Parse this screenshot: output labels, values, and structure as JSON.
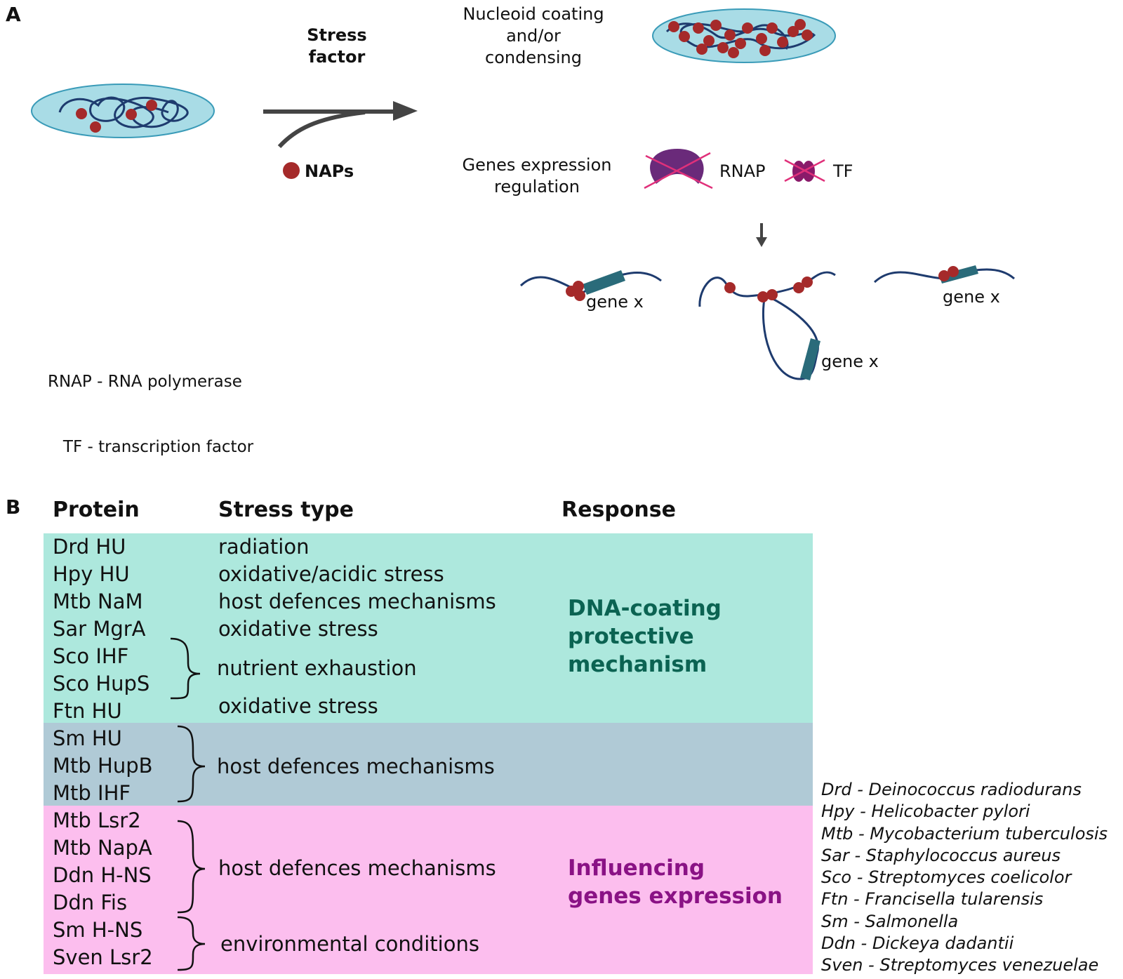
{
  "panel_a": {
    "letter": "A",
    "stress_label": [
      "Stress",
      "factor"
    ],
    "naps_label": "NAPs",
    "nucleoid_label": [
      "Nucleoid coating",
      "and/or",
      "condensing"
    ],
    "genes_label": [
      "Genes expression",
      "regulation"
    ],
    "rnap_label": "RNAP",
    "tf_label": "TF",
    "gene_label": "gene x",
    "legend": [
      "RNAP - RNA polymerase",
      "   TF - transcription factor"
    ],
    "colors": {
      "cell_fill": "#a9dce6",
      "dna": "#1e3b6e",
      "nap": "#a52a2a",
      "rnap": "#6a2a7a",
      "cross": "#e0307a",
      "gene": "#2a6b7a",
      "arrow": "#444444"
    }
  },
  "panel_b": {
    "letter": "B",
    "headers": {
      "protein": "Protein",
      "stress": "Stress type",
      "response": "Response"
    },
    "proteins": [
      "Drd HU",
      "Hpy HU",
      "Mtb NaM",
      "Sar MgrA",
      "Sco IHF",
      "Sco HupS",
      "Ftn HU",
      "Sm HU",
      "Mtb HupB",
      "Mtb IHF",
      "Mtb Lsr2",
      "Mtb NapA",
      "Ddn H-NS",
      "Ddn Fis",
      "Sm H-NS",
      "Sven Lsr2"
    ],
    "stress_types": [
      "radiation",
      "oxidative/acidic stress",
      "host defences mechanisms",
      "oxidative stress",
      "nutrient exhaustion",
      "oxidative stress",
      "host defences mechanisms",
      "host defences mechanisms",
      "environmental conditions"
    ],
    "responses": {
      "protective": [
        "DNA-coating",
        "protective",
        "mechanism"
      ],
      "expression": [
        "Influencing",
        "genes expression"
      ]
    },
    "abbreviations": [
      "Drd - Deinococcus radiodurans",
      "Hpy - Helicobacter pylori",
      "Mtb - Mycobacterium tuberculosis",
      "Sar - Staphylococcus aureus",
      "Sco - Streptomyces coelicolor",
      "Ftn - Francisella tularensis",
      "Sm - Salmonella",
      "Ddn - Dickeya dadantii",
      "Sven - Streptomyces venezuelae"
    ],
    "colors": {
      "teal": "#ade8dd",
      "slate": "#b0cad6",
      "pink": "#fcbeee",
      "protective_text": "#0b6352",
      "expression_text": "#8a1285"
    }
  }
}
